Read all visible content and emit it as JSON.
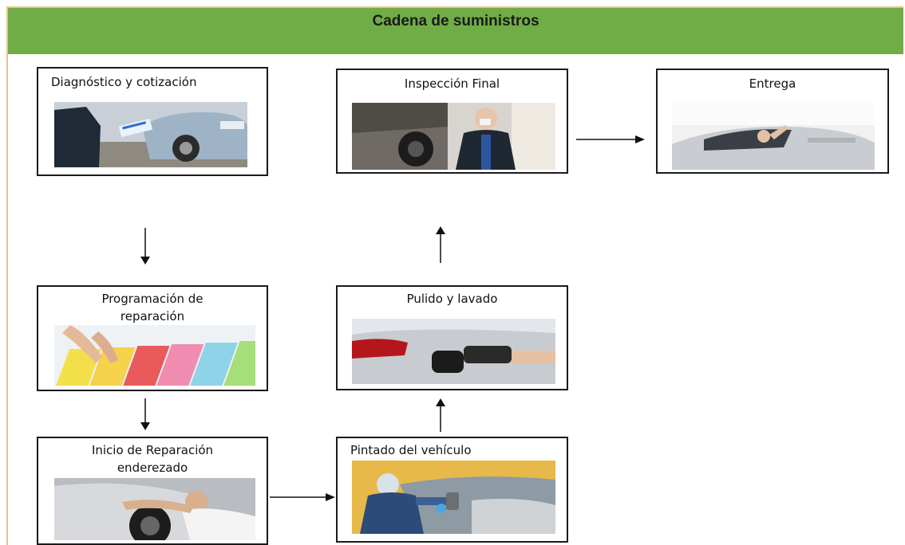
{
  "header": {
    "title": "Cadena de suministros"
  },
  "steps": {
    "diagnostico": "Diagnóstico y cotización",
    "programacion_line1": "Programación de",
    "programacion_line2": "reparación",
    "inicio_line1": "Inicio de Reparación",
    "inicio_line2": "enderezado",
    "pintado": "Pintado del vehículo",
    "pulido": "Pulido y lavado",
    "inspeccion": "Inspección Final",
    "entrega": "Entrega"
  },
  "colors": {
    "header": "#70ad47",
    "frame": "#f0c08a",
    "border": "#1a1a1a"
  }
}
